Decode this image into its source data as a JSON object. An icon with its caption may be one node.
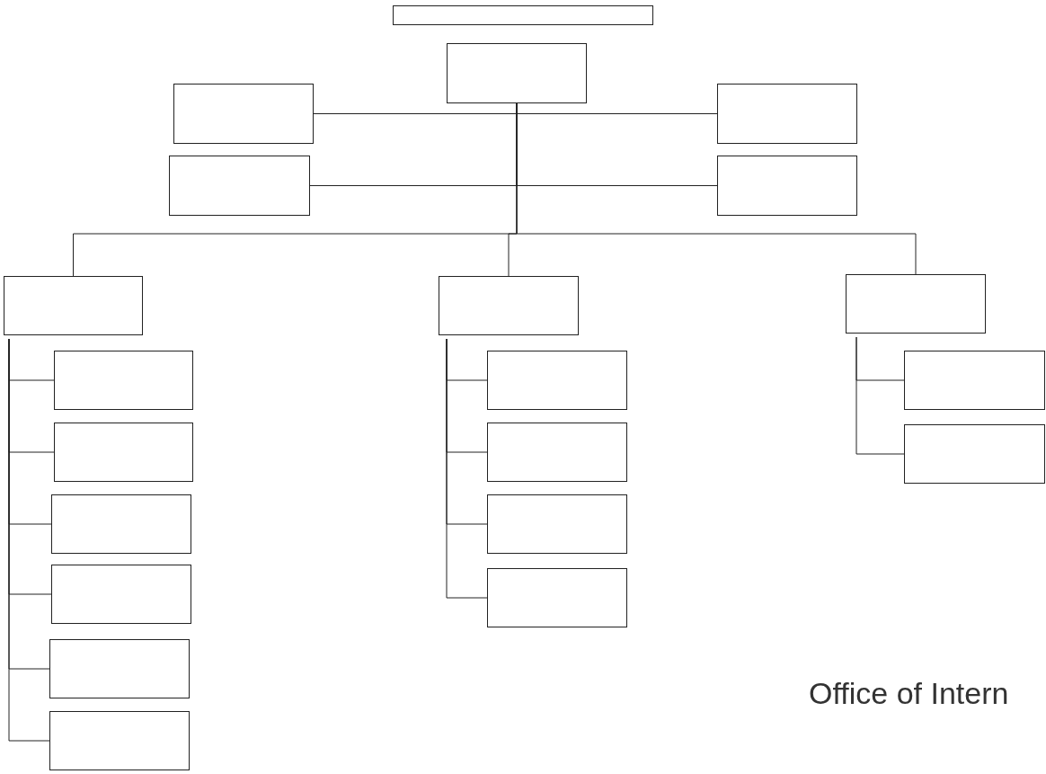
{
  "diagram": {
    "nodes": [
      {
        "text": [],
        "shape": "box"
      },
      {
        "text": [],
        "shape": "box"
      },
      {
        "text": [],
        "shape": "box"
      },
      {
        "text": [],
        "shape": "box"
      },
      {
        "text": [],
        "shape": "box"
      },
      {
        "text": [],
        "shape": "box"
      },
      {
        "text": [],
        "shape": "box"
      },
      {
        "text": [],
        "shape": "box"
      },
      {
        "text": [],
        "shape": "box"
      },
      {
        "text": [],
        "shape": "box"
      },
      {
        "text": [],
        "shape": "box"
      },
      {
        "text": [],
        "shape": "box"
      },
      {
        "text": [],
        "shape": "box"
      },
      {
        "text": [],
        "shape": "box"
      },
      {
        "text": [],
        "shape": "box"
      },
      {
        "text": [],
        "shape": "box"
      },
      {
        "text": [],
        "shape": "box"
      },
      {
        "text": [],
        "shape": "box"
      },
      {
        "text": [],
        "shape": "box"
      },
      {
        "text": [],
        "shape": "box"
      },
      {
        "text": [],
        "shape": "box"
      }
    ],
    "edges": [
      {
        "from": 1,
        "to": 2,
        "arrow": "none"
      },
      {
        "from": 1,
        "to": 3,
        "arrow": "none"
      },
      {
        "from": 1,
        "to": 4,
        "arrow": "none"
      },
      {
        "from": 1,
        "to": 5,
        "arrow": "none"
      },
      {
        "from": 1,
        "to": 6,
        "arrow": "none"
      },
      {
        "from": 1,
        "to": 7,
        "arrow": "none"
      },
      {
        "from": 1,
        "to": 8,
        "arrow": "none"
      },
      {
        "from": 6,
        "to": 9,
        "arrow": "none"
      },
      {
        "from": 6,
        "to": 10,
        "arrow": "none"
      },
      {
        "from": 6,
        "to": 11,
        "arrow": "none"
      },
      {
        "from": 6,
        "to": 12,
        "arrow": "none"
      },
      {
        "from": 6,
        "to": 13,
        "arrow": "none"
      },
      {
        "from": 6,
        "to": 14,
        "arrow": "none"
      },
      {
        "from": 7,
        "to": 15,
        "arrow": "none"
      },
      {
        "from": 7,
        "to": 16,
        "arrow": "none"
      },
      {
        "from": 7,
        "to": 17,
        "arrow": "none"
      },
      {
        "from": 7,
        "to": 18,
        "arrow": "none"
      },
      {
        "from": 8,
        "to": 19,
        "arrow": "none"
      },
      {
        "from": 8,
        "to": 20,
        "arrow": "none"
      }
    ],
    "labels": [
      "Office of Intern"
    ]
  }
}
